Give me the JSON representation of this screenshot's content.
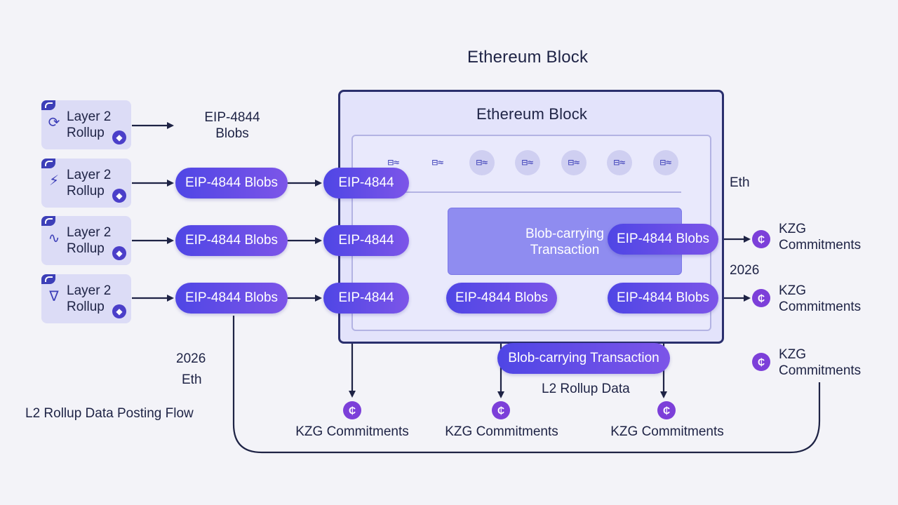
{
  "title": "Ethereum Block",
  "block": {
    "title": "Ethereum Block",
    "inner_tx_label": "Blob-carrying Transaction",
    "chip_icons": [
      "blob-icon",
      "blob-icon",
      "blob-icon",
      "blob-icon",
      "blob-icon",
      "blob-icon",
      "blob-icon"
    ]
  },
  "rollups": [
    {
      "label": "Layer 2 Rollup",
      "icon": "rollup-cycle-icon"
    },
    {
      "label": "Layer 2 Rollup",
      "icon": "rollup-pulse-icon"
    },
    {
      "label": "Layer 2 Rollup",
      "icon": "rollup-wave-icon"
    },
    {
      "label": "Layer 2 Rollup",
      "icon": "rollup-triangle-icon"
    }
  ],
  "labels": {
    "eip_blobs_text": "EIP-4844 Blobs",
    "eip_4844_blobs_pill": "EIP-4844 Blobs",
    "eip_4844_pill": "EIP-4844",
    "blob_tx_pill": "Blob-carrying Transaction",
    "kzg_commitments": "KZG Commitments",
    "kzg_commitments_right": "KZG Commitments",
    "year": "2026",
    "eth": "Eth",
    "l2_rollup_data": "L2 Rollup Data",
    "flow_caption": "L2 Rollup Data Posting Flow"
  },
  "colors": {
    "pill_start": "#4f46e5",
    "pill_end": "#7c55e8",
    "line": "#1e2345",
    "block_border": "#2a2f6d",
    "kzg_icon": "#7c3fd9"
  }
}
